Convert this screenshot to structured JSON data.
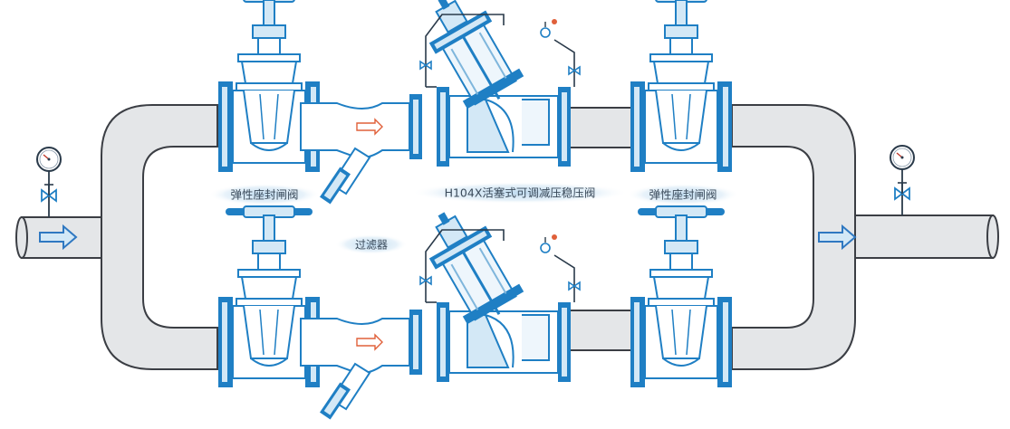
{
  "labels": {
    "gate_valve_left": "弹性座封闸阀",
    "gate_valve_right": "弹性座封闸阀",
    "pressure_valve": "H104X活塞式可调减压稳压阀",
    "filter": "过滤器"
  },
  "colors": {
    "pipe_fill": "#e4e6e8",
    "pipe_stroke": "#3b3e44",
    "valve_blue": "#1f7fc4",
    "valve_light": "#d3e8f6",
    "valve_mid": "#7fb6dc",
    "label_glow": "#bcd9ef",
    "flow_arrow": "#2f78c1",
    "small_arrow": "#e0603a"
  },
  "icons": [
    "pressure-gauge-icon",
    "needle-valve-icon",
    "flow-arrow-icon",
    "handwheel-icon"
  ]
}
